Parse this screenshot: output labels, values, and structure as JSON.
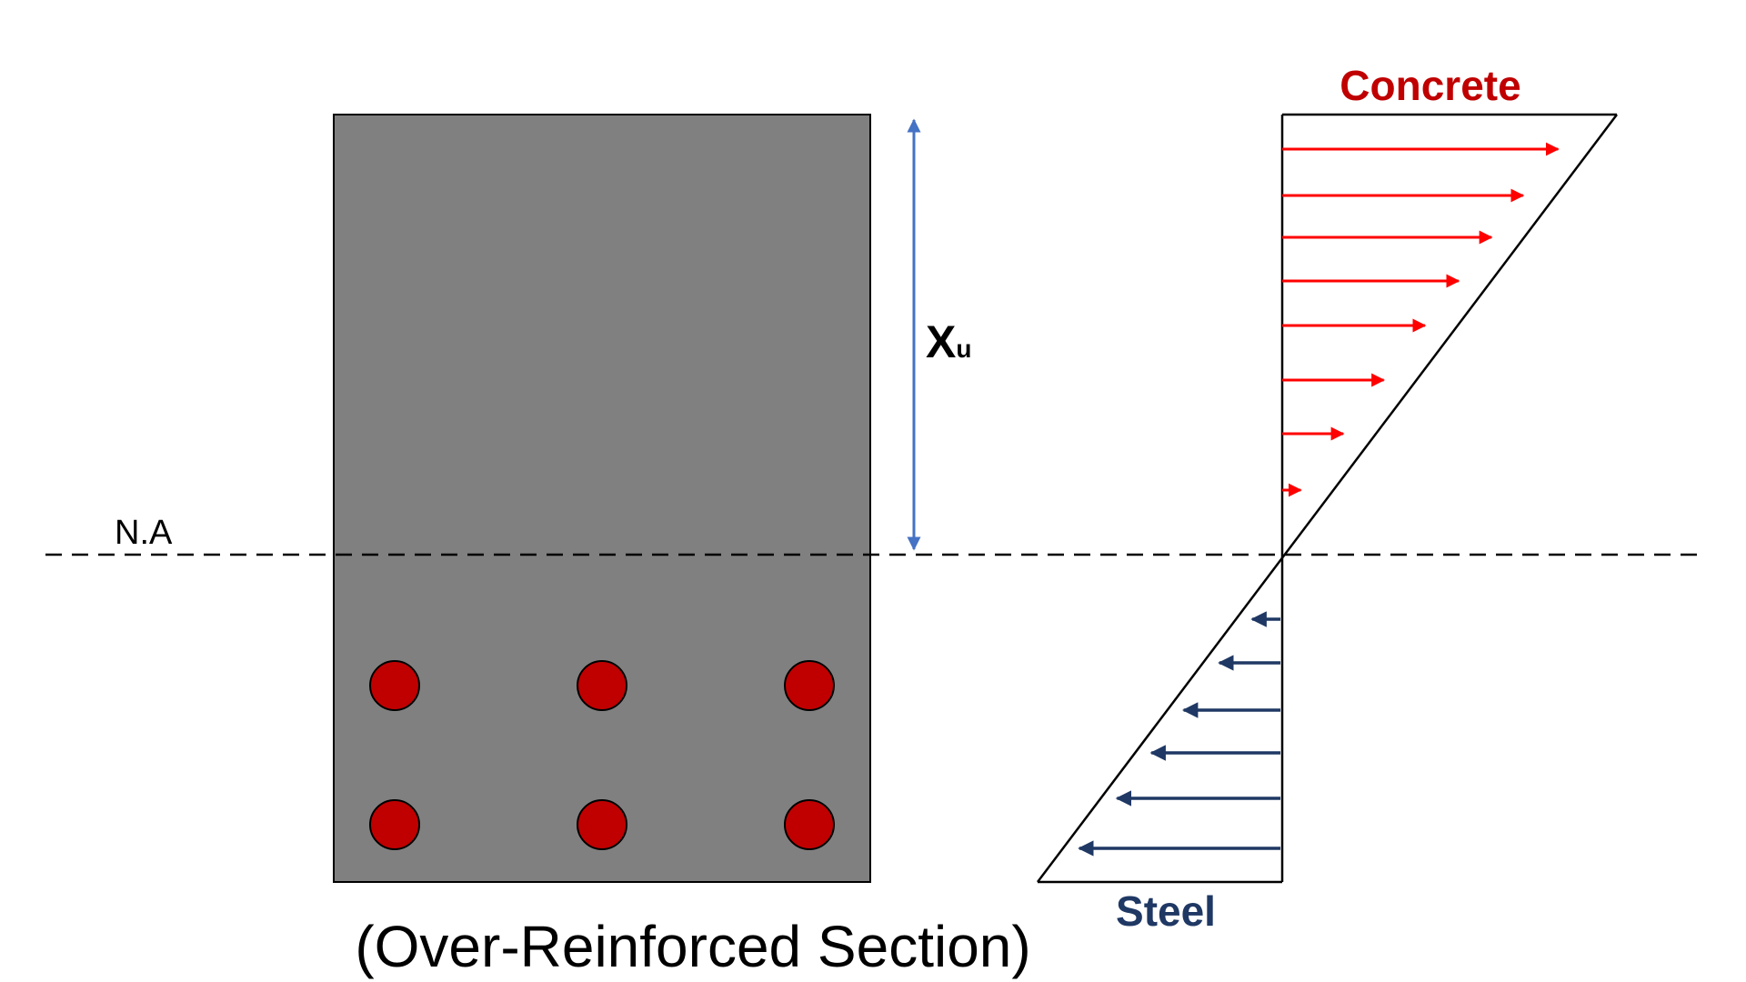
{
  "labels": {
    "neutral_axis": "N.A",
    "depth_symbol": "X",
    "depth_subscript": "u",
    "concrete": "Concrete",
    "steel": "Steel",
    "caption": "(Over-Reinforced Section)"
  },
  "section": {
    "bar_rows": 2,
    "bars_per_row": 3
  },
  "stress_diagram": {
    "compression_arrow_count": 8,
    "tension_arrow_count": 6
  },
  "colors": {
    "concrete_fill": "#808080",
    "rebar_fill": "#c00000",
    "depth_arrow": "#4472c4",
    "concrete_label": "#c00000",
    "compression_arrows": "#ff0000",
    "steel_label": "#1f3864",
    "tension_arrows": "#1f3864",
    "outline": "#000000"
  }
}
